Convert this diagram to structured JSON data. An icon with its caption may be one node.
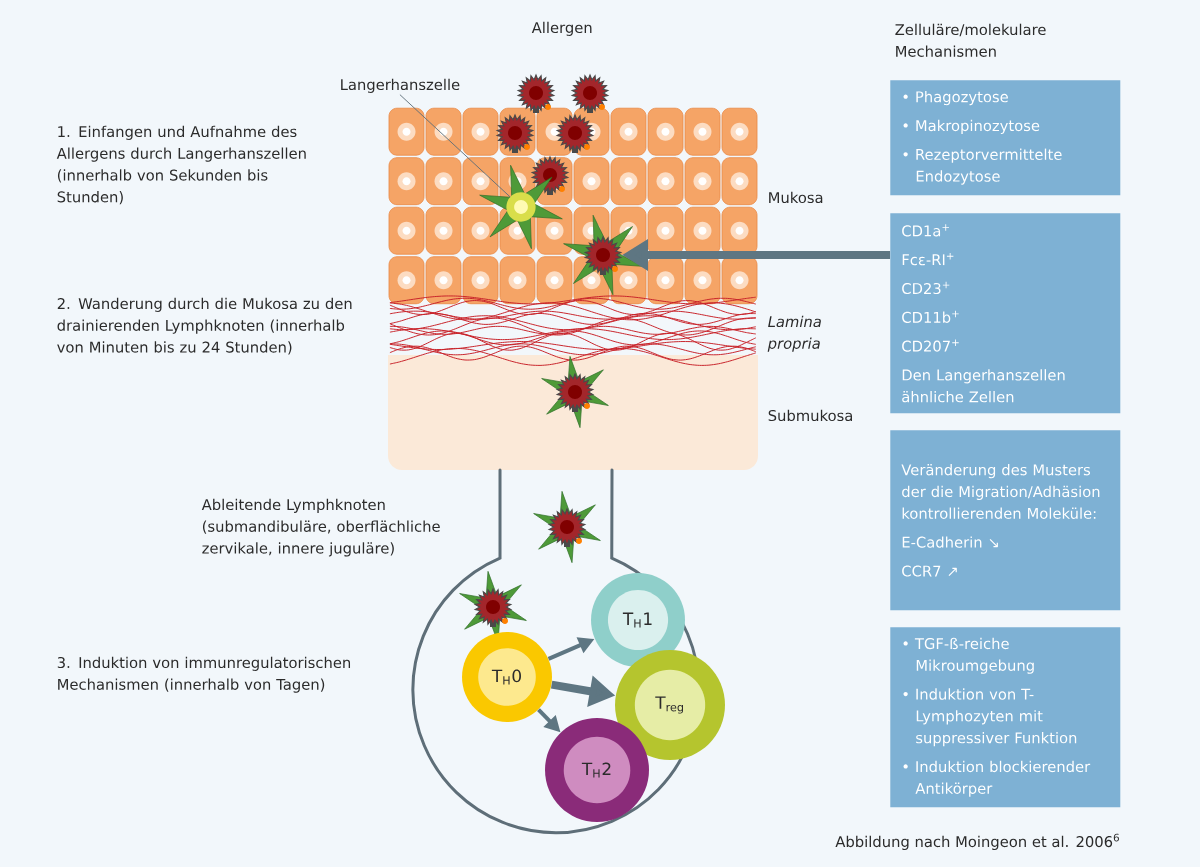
{
  "diagram": {
    "nodes": [
      {
        "text": [
          "Langerhanszelle"
        ]
      },
      {
        "text": [],
        "shape": "picture"
      },
      {
        "text": [
          "• Phagozytose",
          "• Makropinozytose",
          "• Rezeptorvermittelte Endozytose"
        ]
      },
      {
        "text": [
          "CD1a$^{+}$",
          "Fcε-RI$^{+}$",
          "CD23$^{+}$",
          "CD11b$^{+}$",
          "CD207$^{+}$",
          "Den Langerhanszellen ähnliche Zellen"
        ]
      },
      {
        "text": [],
        "shape": "picture"
      },
      {
        "text": [
          "Veränderung des Musters der die Migration/Adhäsion kontrollierenden Moleküle:",
          "E-Cadherin ↘",
          "CCR7 ↗"
        ]
      },
      {
        "text": [
          "• TGF-ß-reiche Mikroumgebung",
          "• Induktion von T-Lymphozyten mit suppressiver Funktion",
          "• Induktion blockierender Antikörper"
        ]
      },
      {
        "text": [
          "Ableitende Lymphknoten (submandibuläre, oberflächliche zervikale, innere juguläre)"
        ]
      },
      {
        "text": [
          "T$_{H}$0"
        ],
        "in": 7
      },
      {
        "text": [
          "T$_{H}$1"
        ],
        "in": 7
      },
      {
        "text": [
          "T$_{reg}$"
        ]
      },
      {
        "text": [
          "T$_{H}$2"
        ],
        "in": 7
      }
    ],
    "edges": [
      {
        "from": 0,
        "to": 1,
        "arrow": "none"
      },
      {
        "from": 3,
        "to": 4,
        "arrow": "to",
        "style": "thick"
      },
      {
        "from": 8,
        "to": 9,
        "arrow": "to"
      },
      {
        "from": 8,
        "to": 10,
        "arrow": "to",
        "style": "thick"
      },
      {
        "from": 8,
        "to": 11,
        "arrow": "to"
      }
    ],
    "labels": [
      "Allergen",
      "Zelluläre/molekulare Mechanismen",
      "1. Einfangen und Aufnahme des Allergens durch Langerhanszellen (innerhalb von Sekunden bis Stunden)",
      "Mukosa",
      "2. Wanderung durch die Mukosa zu den drainierenden Lymphknoten (innerhalb von Minuten bis zu 24 Stunden)",
      "Lamina propria",
      "Submukosa",
      "3. Induktion von immunregulatorischen Mechanismen (innerhalb von Tagen)"
    ],
    "caption": "Abbildung nach Moingeon et al. 2006$^{6}$"
  }
}
